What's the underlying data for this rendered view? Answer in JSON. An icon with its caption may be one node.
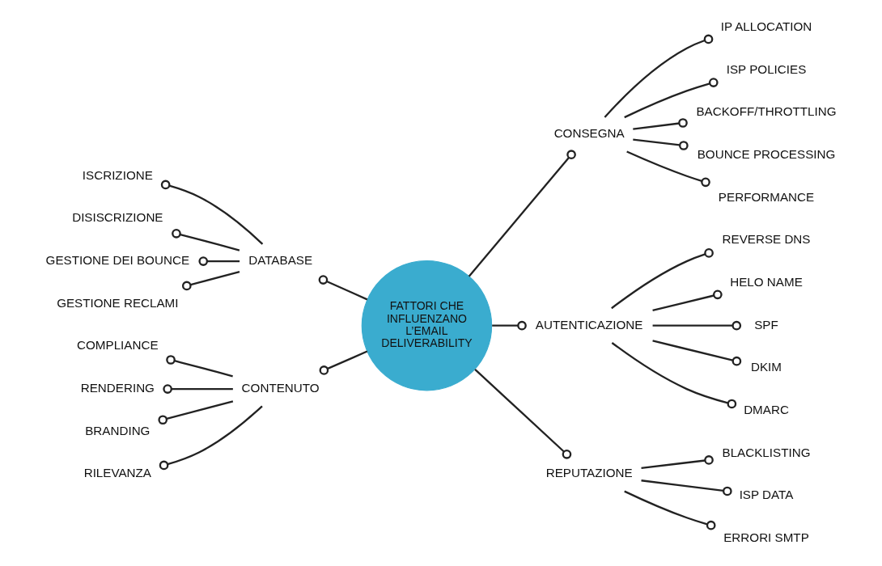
{
  "diagram": {
    "nodes": [
      {
        "text": [
          "FATTORI CHE INFLUENZANO L’EMAIL DELIVERABILITY"
        ]
      },
      {
        "text": [
          "DATABASE"
        ]
      },
      {
        "text": [
          "ISCRIZIONE"
        ]
      },
      {
        "text": [
          "DISISCRIZIONE"
        ]
      },
      {
        "text": [
          "GESTIONE DEI BOUNCE"
        ]
      },
      {
        "text": [
          "GESTIONE RECLAMI"
        ]
      },
      {
        "text": [
          "CONTENUTO"
        ]
      },
      {
        "text": [
          "COMPLIANCE"
        ]
      },
      {
        "text": [
          "RENDERING"
        ]
      },
      {
        "text": [
          "BRANDING"
        ]
      },
      {
        "text": [
          "RILEVANZA"
        ]
      },
      {
        "text": [
          "CONSEGNA"
        ]
      },
      {
        "text": [
          "IP ALLOCATION"
        ]
      },
      {
        "text": [
          "ISP POLICIES"
        ]
      },
      {
        "text": [
          "BACKOFF/THROTTLING"
        ]
      },
      {
        "text": [
          "BOUNCE PROCESSING"
        ]
      },
      {
        "text": [
          "PERFORMANCE"
        ]
      },
      {
        "text": [
          "AUTENTICAZIONE"
        ]
      },
      {
        "text": [
          "REVERSE DNS"
        ]
      },
      {
        "text": [
          "HELO NAME"
        ]
      },
      {
        "text": [
          "SPF"
        ]
      },
      {
        "text": [
          "DKIM"
        ]
      },
      {
        "text": [
          "DMARC"
        ]
      },
      {
        "text": [
          "REPUTAZIONE"
        ]
      },
      {
        "text": [
          "BLACKLISTING"
        ]
      },
      {
        "text": [
          "ISP DATA"
        ]
      },
      {
        "text": [
          "ERRORI SMTP"
        ]
      }
    ],
    "edges": [
      {
        "from": 0,
        "to": 1,
        "arrow": "other"
      },
      {
        "from": 1,
        "to": 2,
        "arrow": "other"
      },
      {
        "from": 1,
        "to": 3,
        "arrow": "other"
      },
      {
        "from": 1,
        "to": 4,
        "arrow": "other"
      },
      {
        "from": 1,
        "to": 5,
        "arrow": "other"
      },
      {
        "from": 0,
        "to": 6,
        "arrow": "other"
      },
      {
        "from": 6,
        "to": 7,
        "arrow": "other"
      },
      {
        "from": 6,
        "to": 8,
        "arrow": "other"
      },
      {
        "from": 6,
        "to": 9,
        "arrow": "other"
      },
      {
        "from": 6,
        "to": 10,
        "arrow": "other"
      },
      {
        "from": 0,
        "to": 11,
        "arrow": "other"
      },
      {
        "from": 11,
        "to": 12,
        "arrow": "other"
      },
      {
        "from": 11,
        "to": 13,
        "arrow": "other"
      },
      {
        "from": 11,
        "to": 14,
        "arrow": "other"
      },
      {
        "from": 11,
        "to": 15,
        "arrow": "other"
      },
      {
        "from": 11,
        "to": 16,
        "arrow": "other"
      },
      {
        "from": 0,
        "to": 17,
        "arrow": "other"
      },
      {
        "from": 17,
        "to": 18,
        "arrow": "other"
      },
      {
        "from": 17,
        "to": 19,
        "arrow": "other"
      },
      {
        "from": 17,
        "to": 20,
        "arrow": "other"
      },
      {
        "from": 17,
        "to": 21,
        "arrow": "other"
      },
      {
        "from": 17,
        "to": 22,
        "arrow": "other"
      },
      {
        "from": 0,
        "to": 23,
        "arrow": "other"
      },
      {
        "from": 23,
        "to": 24,
        "arrow": "other"
      },
      {
        "from": 23,
        "to": 25,
        "arrow": "other"
      },
      {
        "from": 23,
        "to": 26,
        "arrow": "other"
      }
    ]
  }
}
